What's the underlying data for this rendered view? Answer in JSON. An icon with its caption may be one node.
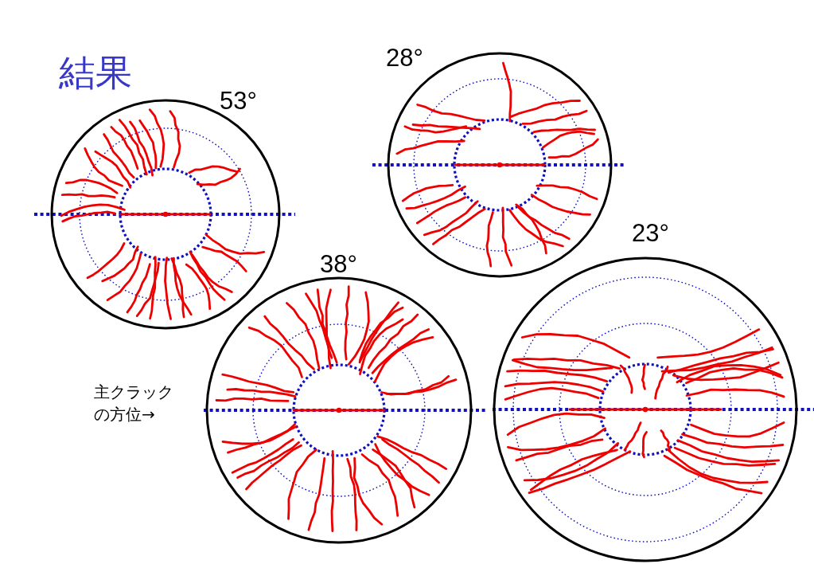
{
  "diagram": {
    "title": "結果",
    "nodes": [
      {
        "text": [
          "53°"
        ]
      },
      {
        "text": [
          "28°"
        ]
      },
      {
        "text": [
          "38°"
        ]
      },
      {
        "text": [
          "23°"
        ]
      }
    ],
    "labels": [
      "主クラックの方位→"
    ]
  }
}
